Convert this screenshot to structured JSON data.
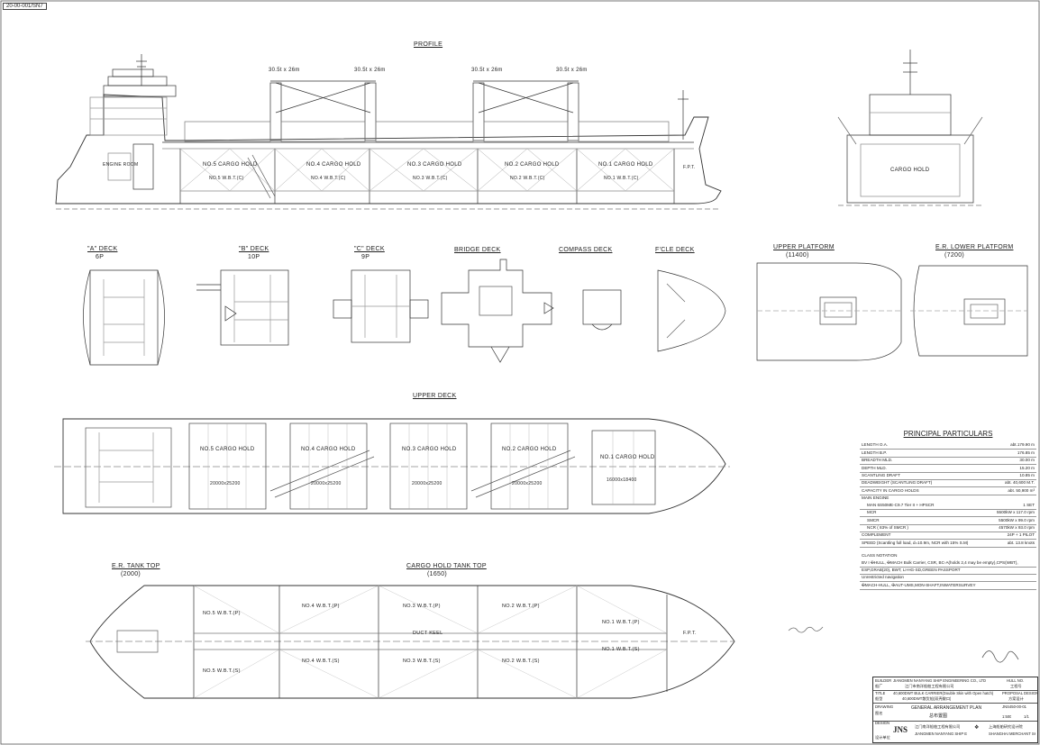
{
  "drawing_no": "20-00-001/SN7",
  "views": {
    "profile": "PROFILE",
    "upper_deck": "UPPER DECK",
    "a_deck": "\"A\" DECK",
    "a_deck_persons": "6P",
    "b_deck": "\"B\" DECK",
    "b_deck_persons": "10P",
    "c_deck": "\"C\" DECK",
    "c_deck_persons": "9P",
    "bridge_deck": "BRIDGE DECK",
    "compass_deck": "COMPASS DECK",
    "fcle_deck": "F'CLE DECK",
    "upper_platform": "UPPER PLATFORM",
    "upper_platform_level": "(11400)",
    "er_lower_platform": "E.R. LOWER PLATFORM",
    "er_lower_platform_level": "(7200)",
    "er_tank_top": "E.R. TANK TOP",
    "er_tank_top_level": "(2000)",
    "cargo_hold_tank_top": "CARGO HOLD TANK TOP",
    "cargo_hold_tank_top_level": "(1650)"
  },
  "cranes": [
    "30.5t x 26m",
    "30.5t x 26m",
    "30.5t x 26m",
    "30.5t x 26m"
  ],
  "profile_holds": [
    {
      "name": "NO.5 CARGO HOLD",
      "tank": "NO.5 W.B.T.(C)"
    },
    {
      "name": "NO.4 CARGO HOLD",
      "tank": "NO.4 W.B.T.(C)"
    },
    {
      "name": "NO.3 CARGO HOLD",
      "tank": "NO.3 W.B.T.(C)"
    },
    {
      "name": "NO.2 CARGO HOLD",
      "tank": "NO.2 W.B.T.(C)"
    },
    {
      "name": "NO.1 CARGO HOLD",
      "tank": "NO.1 W.B.T.(C)"
    }
  ],
  "profile_tags": {
    "engine_room": "ENGINE ROOM",
    "fore_peak": "F.P.T.",
    "midship_hold": "CARGO HOLD"
  },
  "deck_holds": [
    {
      "name": "NO.5 CARGO HOLD",
      "hatch": "20000x25200"
    },
    {
      "name": "NO.4 CARGO HOLD",
      "hatch": "20000x25200"
    },
    {
      "name": "NO.3 CARGO HOLD",
      "hatch": "20000x25200"
    },
    {
      "name": "NO.2 CARGO HOLD",
      "hatch": "20000x25200"
    },
    {
      "name": "NO.1 CARGO HOLD",
      "hatch": "16000x18400"
    }
  ],
  "tank_top": {
    "holds_p": [
      "NO.5 W.B.T.(P)",
      "NO.4 W.B.T.(P)",
      "NO.3 W.B.T.(P)",
      "NO.2 W.B.T.(P)",
      "NO.1 W.B.T.(P)"
    ],
    "holds_s": [
      "NO.5 W.B.T.(S)",
      "NO.4 W.B.T.(S)",
      "NO.3 W.B.T.(S)",
      "NO.2 W.B.T.(S)",
      "NO.1 W.B.T.(S)"
    ],
    "center": "DUCT KEEL",
    "fpt": "F.P.T."
  },
  "principal": {
    "title": "PRINCIPAL PARTICULARS",
    "rows": [
      {
        "k": "LENGTH O.A.",
        "v": "abt.179.90 m"
      },
      {
        "k": "LENGTH B.P.",
        "v": "176.85 m"
      },
      {
        "k": "BREADTH MLD.",
        "v": "30.00 m"
      },
      {
        "k": "DEPTH MLD.",
        "v": "15.20 m"
      },
      {
        "k": "SCANTLING DRAFT",
        "v": "10.85 m"
      },
      {
        "k": "DEADWEIGHT (SCANTLING DRAFT)",
        "v": "abt. 40,600 M.T."
      },
      {
        "k": "CAPACITY IN CARGO HOLDS",
        "v": "abt. 50,900 m³"
      }
    ],
    "engine_label": "MAIN ENGINE",
    "engine_rows": [
      {
        "k": "MAN 6S50ME-C9.7 Tier II + HPSCR",
        "v": "1 SET"
      },
      {
        "k": "MCR",
        "v": "5500kW x 117.0 rpm"
      },
      {
        "k": "SMCR",
        "v": "5500kW x 99.0 rpm"
      },
      {
        "k": "NCR ( 83% of SMCR )",
        "v": "4570kW x 93.0 rpm"
      },
      {
        "k": "COMPLEMENT",
        "v": "24P + 1 PILOT"
      },
      {
        "k": "SPEED (Scantling full load, d=10.9m, NCR with 15% S.M)",
        "v": "abt. 13.8 knots"
      }
    ],
    "class_title": "CLASS NOTATION",
    "class_lines": [
      "BV  I ✠HULL, ✠MACH Bulk Carrier, CSR, BC-A(holds 2,4 may be empty),CPS(WBT),",
      "ESP,GRAB(20), BWT, LI-HG-SD,GREEN PASSPORT",
      "Unrestricted navigation",
      "✠MACH-HULL, ✠AUT-UMS,MON-SHAFT,INWATERSURVEY"
    ]
  },
  "title_block": {
    "builder_label": "BUILDER",
    "builder_label_cn": "船厂",
    "builder": "JIANGMEN NANYANG SHIP ENGINEERING CO., LTD",
    "builder_cn": "江门市南洋船舶工程有限公司",
    "hull_label": "HULL NO.",
    "hull_cn": "工程号",
    "title_label": "TITLE",
    "title_label_cn": "船型",
    "title": "40,600DWT BULK CARRIER(Double Skin with Open hatch)",
    "title_cn": "40,600DWT散货船(双壳敞口)",
    "stage": "PROPOSAL DESIGN",
    "stage_cn": "方案设计",
    "drawing_label": "DRAWING",
    "drawing_label_cn": "图名",
    "drawing": "GENERAL ARRANGEMENT PLAN",
    "drawing_cn": "总布置图",
    "dwg_no": "JNS450-00-01",
    "scale": "1:500",
    "sheet": "1/1",
    "design_label": "DESIGN",
    "design_label_cn": "设计单位",
    "jns": "JNS",
    "jns_cn": "江门南洋船舶工程有限公司",
    "jns_en": "JIANGMEN NANYANG SHIP ENGINEERING CO.,LTD",
    "sdari_cn": "上海船舶研究设计院",
    "sdari_en": "SHANGHAI MERCHANT SHIP DESIGN & RESEARCH INSTITUTE"
  }
}
